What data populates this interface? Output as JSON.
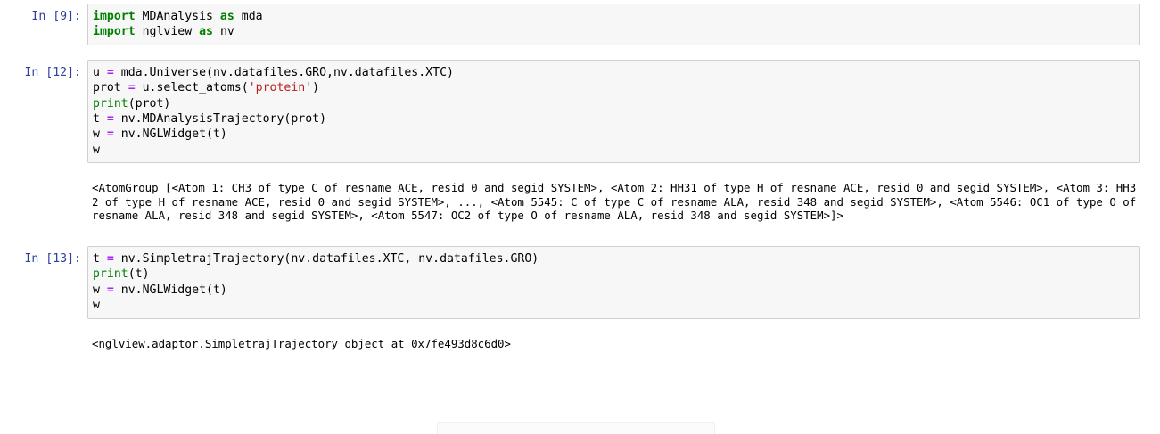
{
  "notebook": {
    "cells": [
      {
        "type": "code",
        "prompt": "In [9]:",
        "lines": [
          [
            {
              "t": "kw",
              "s": "import"
            },
            {
              "t": "pln",
              "s": " MDAnalysis "
            },
            {
              "t": "kw",
              "s": "as"
            },
            {
              "t": "pln",
              "s": " mda"
            }
          ],
          [
            {
              "t": "kw",
              "s": "import"
            },
            {
              "t": "pln",
              "s": " nglview "
            },
            {
              "t": "kw",
              "s": "as"
            },
            {
              "t": "pln",
              "s": " nv"
            }
          ]
        ],
        "outputs": []
      },
      {
        "type": "code",
        "prompt": "In [12]:",
        "lines": [
          [
            {
              "t": "pln",
              "s": "u "
            },
            {
              "t": "op",
              "s": "="
            },
            {
              "t": "pln",
              "s": " mda.Universe(nv.datafiles.GRO,nv.datafiles.XTC)"
            }
          ],
          [
            {
              "t": "pln",
              "s": "prot "
            },
            {
              "t": "op",
              "s": "="
            },
            {
              "t": "pln",
              "s": " u.select_atoms("
            },
            {
              "t": "str",
              "s": "'protein'"
            },
            {
              "t": "pln",
              "s": ")"
            }
          ],
          [
            {
              "t": "bi",
              "s": "print"
            },
            {
              "t": "pln",
              "s": "(prot)"
            }
          ],
          [
            {
              "t": "pln",
              "s": "t "
            },
            {
              "t": "op",
              "s": "="
            },
            {
              "t": "pln",
              "s": " nv.MDAnalysisTrajectory(prot)"
            }
          ],
          [
            {
              "t": "pln",
              "s": "w "
            },
            {
              "t": "op",
              "s": "="
            },
            {
              "t": "pln",
              "s": " nv.NGLWidget(t)"
            }
          ],
          [
            {
              "t": "pln",
              "s": "w"
            }
          ]
        ],
        "outputs": [
          {
            "kind": "stream",
            "text": "<AtomGroup [<Atom 1: CH3 of type C of resname ACE, resid 0 and segid SYSTEM>, <Atom 2: HH31 of type H of resname ACE, resid 0 and segid SYSTEM>, <Atom 3: HH32 of type H of resname ACE, resid 0 and segid SYSTEM>, ..., <Atom 5545: C of type C of resname ALA, resid 348 and segid SYSTEM>, <Atom 5546: OC1 of type O of resname ALA, resid 348 and segid SYSTEM>, <Atom 5547: OC2 of type O of resname ALA, resid 348 and segid SYSTEM>]>"
          }
        ]
      },
      {
        "type": "code",
        "prompt": "In [13]:",
        "lines": [
          [
            {
              "t": "pln",
              "s": "t "
            },
            {
              "t": "op",
              "s": "="
            },
            {
              "t": "pln",
              "s": " nv.SimpletrajTrajectory(nv.datafiles.XTC, nv.datafiles.GRO)"
            }
          ],
          [
            {
              "t": "bi",
              "s": "print"
            },
            {
              "t": "pln",
              "s": "(t)"
            }
          ],
          [
            {
              "t": "pln",
              "s": "w "
            },
            {
              "t": "op",
              "s": "="
            },
            {
              "t": "pln",
              "s": " nv.NGLWidget(t)"
            }
          ],
          [
            {
              "t": "pln",
              "s": "w"
            }
          ]
        ],
        "outputs": [
          {
            "kind": "stream",
            "text": "<nglview.adaptor.SimpletrajTrajectory object at 0x7fe493d8c6d0>"
          }
        ]
      }
    ]
  },
  "colors": {
    "prompt": "#303f9f",
    "keyword": "#008000",
    "operator": "#aa22ff",
    "string": "#ba2121",
    "cell_bg": "#f7f7f7",
    "cell_border": "#cfcfcf",
    "page_bg": "#ffffff"
  }
}
